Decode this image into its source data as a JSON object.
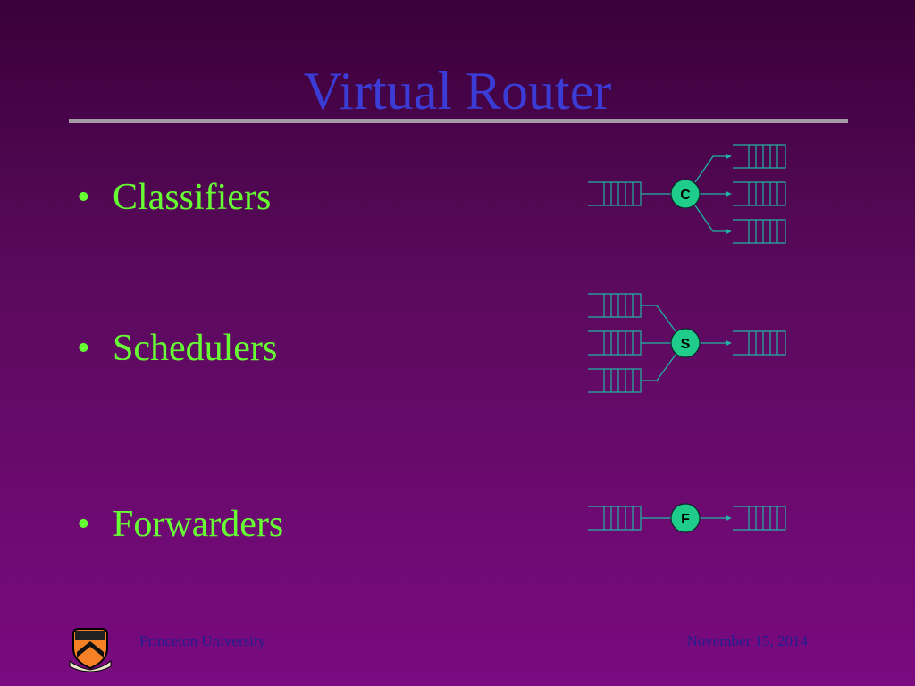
{
  "slide": {
    "title": "Virtual Router",
    "bullet_glyph": "•",
    "bullets": [
      "Classifiers",
      "Schedulers",
      "Forwarders"
    ]
  },
  "footer": {
    "left": "Princeton University",
    "right": "November 15, 2014"
  },
  "diagram": {
    "nodes": [
      {
        "label": "C",
        "role": "classifier"
      },
      {
        "label": "S",
        "role": "scheduler"
      },
      {
        "label": "F",
        "role": "forwarder"
      }
    ],
    "colors": {
      "line": "#21b3a3",
      "node_fill": "#1fcc8a",
      "node_text": "#000000",
      "title": "#3b3bd6",
      "bullet_text": "#66ff33",
      "footer_text": "#1f1f8f",
      "rule": "#a49aa6"
    }
  },
  "logo": {
    "icon": "princeton-shield-icon"
  }
}
